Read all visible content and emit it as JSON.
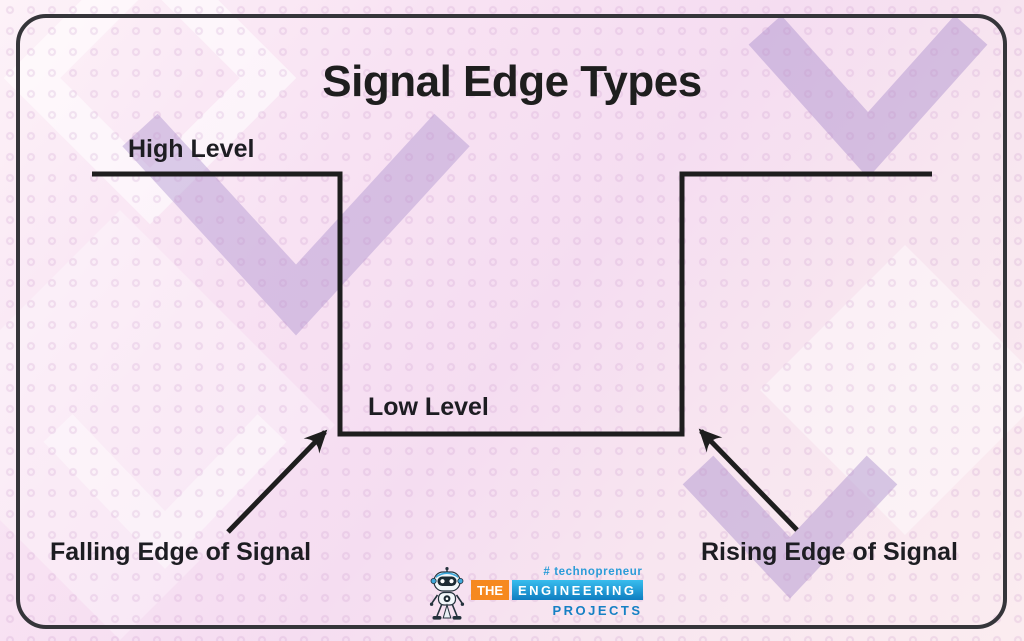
{
  "title": "Signal Edge Types",
  "waveform": {
    "high_label": "High Level",
    "low_label": "Low Level",
    "falling_label": "Falling Edge of Signal",
    "rising_label": "Rising Edge of Signal"
  },
  "logo": {
    "tagline": "# technopreneur",
    "word_the": "THE",
    "word_engineering": "ENGINEERING",
    "word_projects": "PROJECTS"
  },
  "colors": {
    "ink": "#1e1e1e",
    "frame": "#35353a",
    "chevron": "#a98fcd",
    "logo-orange": "#f6891f",
    "logo-blue": "#1e9cd8",
    "logo-blue-dark": "#0f7dc0"
  }
}
